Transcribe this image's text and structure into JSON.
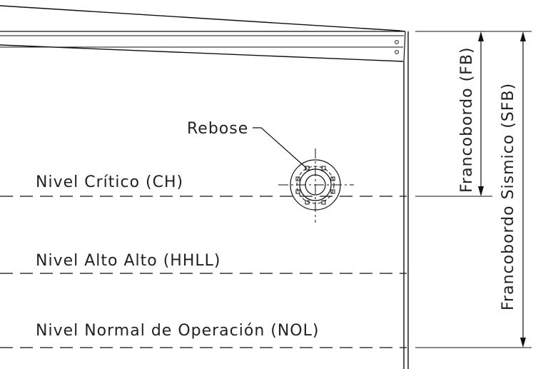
{
  "labels": {
    "rebose": "Rebose",
    "nivel_critico": "Nivel Crítico (CH)",
    "nivel_alto_alto": "Nivel Alto Alto  (HHLL)",
    "nivel_normal": "Nivel Normal de Operación (NOL)",
    "francobordo_fb": "Francobordo (FB)",
    "francobordo_sismico": "Francobordo Sismico (SFB)"
  }
}
